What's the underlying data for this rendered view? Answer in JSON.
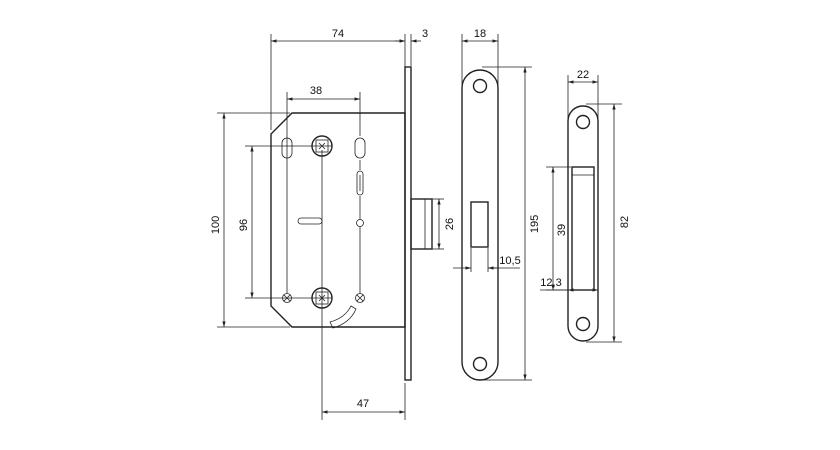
{
  "dimensions": {
    "d74": "74",
    "d3": "3",
    "d18": "18",
    "d22": "22",
    "d38": "38",
    "d100": "100",
    "d96": "96",
    "d26": "26",
    "d195": "195",
    "d10_5": "10,5",
    "d39": "39",
    "d82": "82",
    "d12_3": "12,3",
    "d47": "47"
  }
}
